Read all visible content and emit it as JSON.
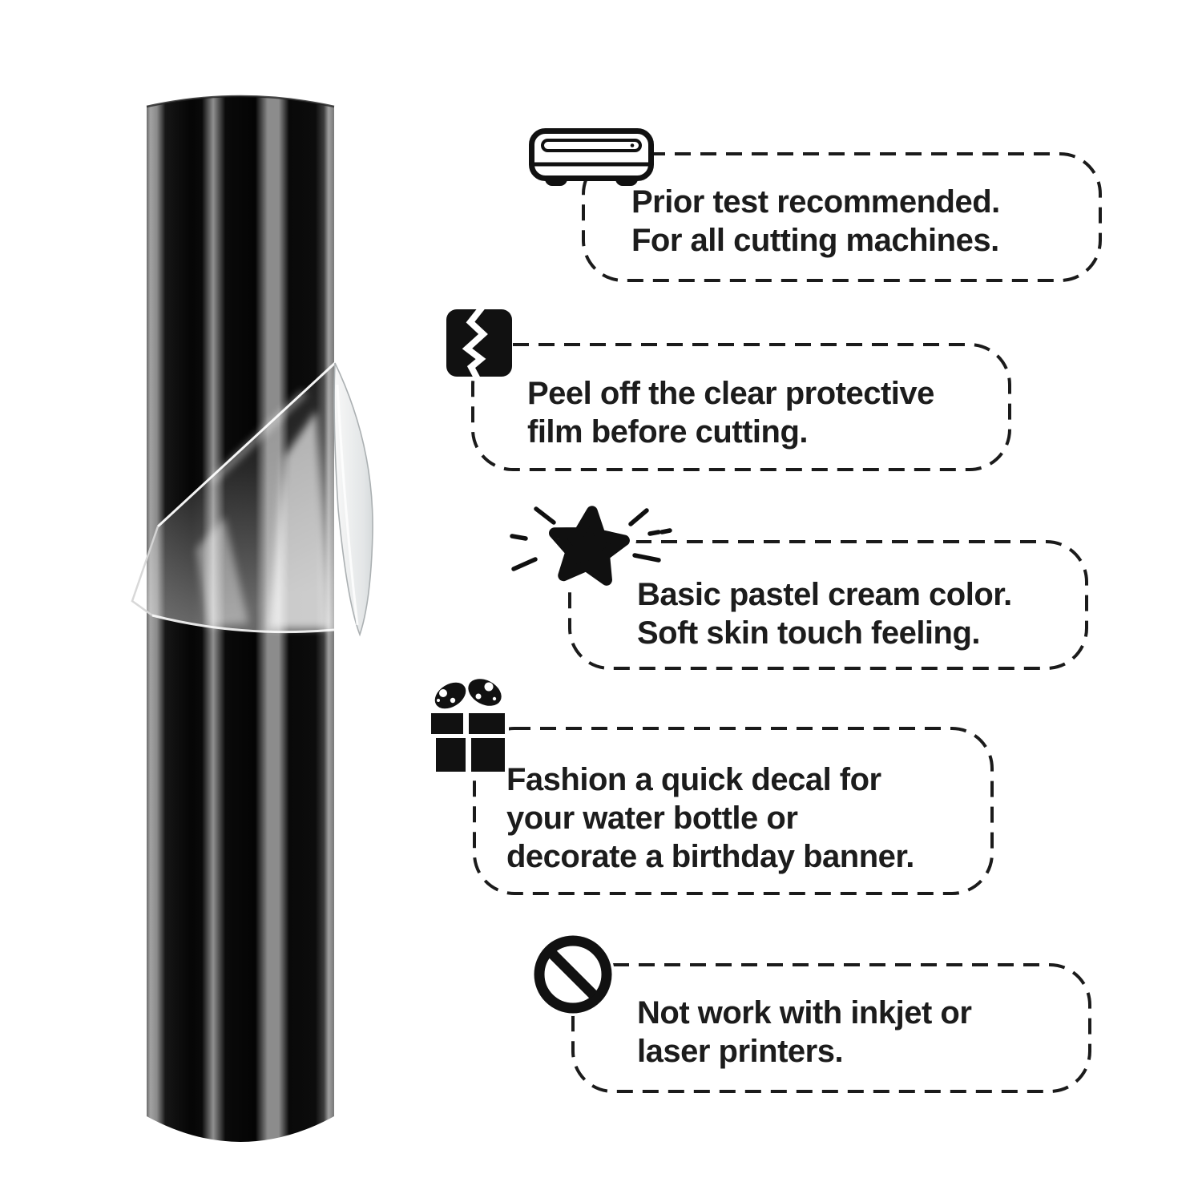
{
  "style": {
    "background": "#ffffff",
    "text_color": "#1c1c1c",
    "border_color": "#1b1b1b",
    "icon_color": "#111111",
    "roll_black": "#070707",
    "roll_gray_highlight": "#8e8e8e",
    "film_gray": "#dcdfe0"
  },
  "illustration": {
    "subject": "black vinyl roll with clear protective film peeling off"
  },
  "features": [
    {
      "icon": "cutting-machine-icon",
      "lines": [
        "Prior test recommended.",
        "For all cutting machines."
      ]
    },
    {
      "icon": "broken-film-icon",
      "lines": [
        "Peel off the clear protective",
        "film before cutting."
      ]
    },
    {
      "icon": "star-icon",
      "lines": [
        "Basic pastel cream color.",
        "Soft skin touch feeling."
      ]
    },
    {
      "icon": "gift-icon",
      "lines": [
        "Fashion a quick decal for",
        "your water bottle or",
        "decorate a birthday banner."
      ]
    },
    {
      "icon": "no-sign-icon",
      "lines": [
        "Not work with inkjet or",
        "laser printers."
      ]
    }
  ]
}
